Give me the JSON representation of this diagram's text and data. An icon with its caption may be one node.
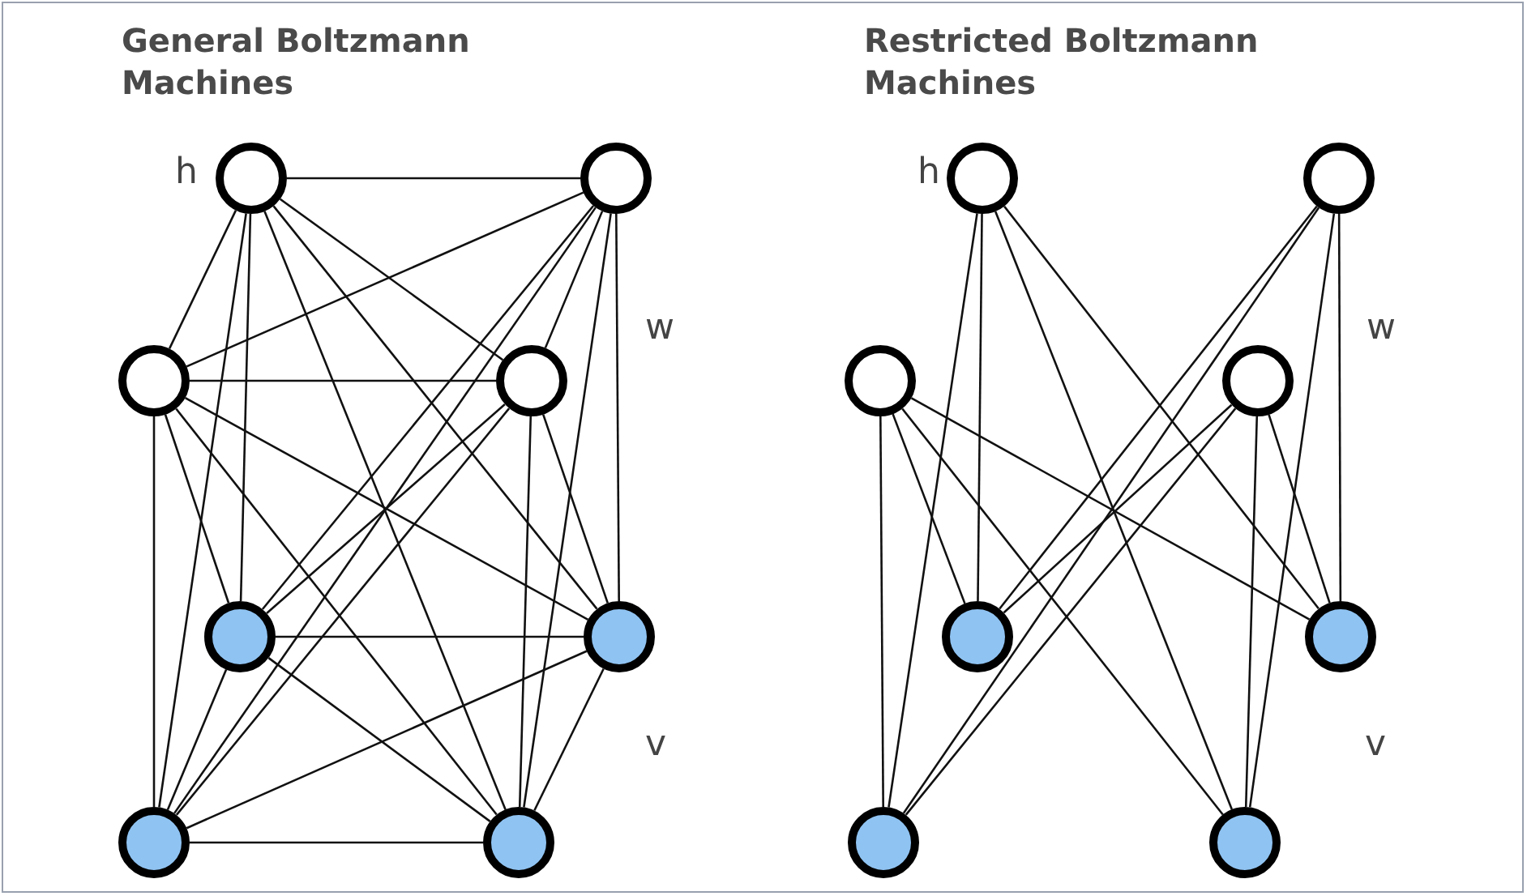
{
  "diagram": {
    "nodes": [
      {
        "text": [],
        "shape": "circle"
      },
      {
        "text": [],
        "shape": "circle"
      },
      {
        "text": [],
        "shape": "circle"
      },
      {
        "text": [],
        "shape": "circle"
      },
      {
        "text": [],
        "shape": "circle"
      },
      {
        "text": [],
        "shape": "circle"
      },
      {
        "text": [],
        "shape": "circle"
      },
      {
        "text": [],
        "shape": "circle"
      },
      {
        "text": [],
        "shape": "circle"
      },
      {
        "text": [],
        "shape": "circle"
      },
      {
        "text": [],
        "shape": "circle"
      },
      {
        "text": [],
        "shape": "circle"
      },
      {
        "text": [],
        "shape": "circle"
      },
      {
        "text": [],
        "shape": "circle"
      },
      {
        "text": [],
        "shape": "circle"
      },
      {
        "text": [],
        "shape": "circle"
      }
    ],
    "edges": [
      {
        "from": 0,
        "to": 1,
        "arrow": "none"
      },
      {
        "from": 0,
        "to": 2,
        "arrow": "none"
      },
      {
        "from": 0,
        "to": 3,
        "arrow": "none"
      },
      {
        "from": 0,
        "to": 4,
        "arrow": "none"
      },
      {
        "from": 0,
        "to": 5,
        "arrow": "none"
      },
      {
        "from": 0,
        "to": 6,
        "arrow": "none"
      },
      {
        "from": 0,
        "to": 7,
        "arrow": "none"
      },
      {
        "from": 1,
        "to": 2,
        "arrow": "none"
      },
      {
        "from": 1,
        "to": 3,
        "arrow": "none"
      },
      {
        "from": 1,
        "to": 4,
        "arrow": "none"
      },
      {
        "from": 1,
        "to": 5,
        "arrow": "none"
      },
      {
        "from": 1,
        "to": 6,
        "arrow": "none"
      },
      {
        "from": 1,
        "to": 7,
        "arrow": "none"
      },
      {
        "from": 2,
        "to": 3,
        "arrow": "none"
      },
      {
        "from": 2,
        "to": 4,
        "arrow": "none"
      },
      {
        "from": 2,
        "to": 5,
        "arrow": "none"
      },
      {
        "from": 2,
        "to": 6,
        "arrow": "none"
      },
      {
        "from": 2,
        "to": 7,
        "arrow": "none"
      },
      {
        "from": 3,
        "to": 4,
        "arrow": "none"
      },
      {
        "from": 3,
        "to": 5,
        "arrow": "none"
      },
      {
        "from": 3,
        "to": 6,
        "arrow": "none"
      },
      {
        "from": 3,
        "to": 7,
        "arrow": "none"
      },
      {
        "from": 4,
        "to": 5,
        "arrow": "none"
      },
      {
        "from": 4,
        "to": 6,
        "arrow": "none"
      },
      {
        "from": 4,
        "to": 7,
        "arrow": "none"
      },
      {
        "from": 5,
        "to": 6,
        "arrow": "none"
      },
      {
        "from": 5,
        "to": 7,
        "arrow": "none"
      },
      {
        "from": 6,
        "to": 7,
        "arrow": "none"
      },
      {
        "from": 8,
        "to": 12,
        "arrow": "none"
      },
      {
        "from": 8,
        "to": 13,
        "arrow": "none"
      },
      {
        "from": 8,
        "to": 14,
        "arrow": "none"
      },
      {
        "from": 8,
        "to": 15,
        "arrow": "none"
      },
      {
        "from": 9,
        "to": 12,
        "arrow": "none"
      },
      {
        "from": 9,
        "to": 13,
        "arrow": "none"
      },
      {
        "from": 9,
        "to": 14,
        "arrow": "none"
      },
      {
        "from": 9,
        "to": 15,
        "arrow": "none"
      },
      {
        "from": 10,
        "to": 12,
        "arrow": "none"
      },
      {
        "from": 10,
        "to": 13,
        "arrow": "none"
      },
      {
        "from": 10,
        "to": 14,
        "arrow": "none"
      },
      {
        "from": 10,
        "to": 15,
        "arrow": "none"
      },
      {
        "from": 11,
        "to": 12,
        "arrow": "none"
      },
      {
        "from": 11,
        "to": 13,
        "arrow": "none"
      },
      {
        "from": 11,
        "to": 14,
        "arrow": "none"
      },
      {
        "from": 11,
        "to": 15,
        "arrow": "none"
      }
    ],
    "labels": [
      "General Boltzmann Machines",
      "Restricted Boltzmann Machines",
      "h",
      "h",
      "w",
      "w",
      "v",
      "v"
    ]
  }
}
